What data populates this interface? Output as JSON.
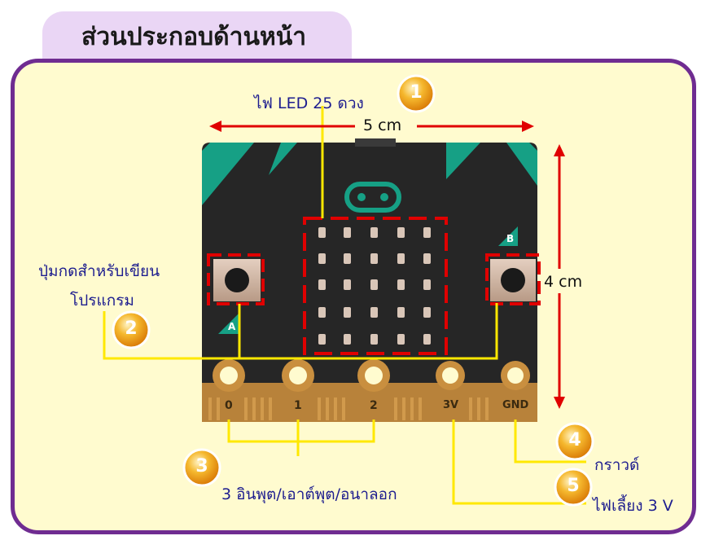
{
  "title": "ส่วนประกอบด้านหน้า",
  "labels": {
    "led": "ไฟ LED 25 ดวง",
    "buttons_line1": "ปุ่มกดสำหรับเขียน",
    "buttons_line2": "โปรแกรม",
    "io": "3 อินพุต/เอาต์พุต/อนาลอก",
    "ground": "กราวด์",
    "power": "ไฟเลี้ยง 3 V"
  },
  "dimensions": {
    "width": "5 cm",
    "height": "4 cm"
  },
  "markers": [
    "1",
    "2",
    "3",
    "4",
    "5"
  ],
  "board": {
    "button_a": "A",
    "button_b": "B",
    "pins": [
      "0",
      "1",
      "2",
      "3V",
      "GND"
    ]
  },
  "colors": {
    "panel_fill": "#fffbcf",
    "panel_border": "#6f2c91",
    "title_tab": "#ead6f5",
    "board": "#262626",
    "accent_teal": "#16a085",
    "callout_line": "#ffe800",
    "dimension_arrow": "#e00000",
    "highlight_box": "#e00000",
    "marker": "#f39c12",
    "label_text": "#1d1d8f"
  }
}
